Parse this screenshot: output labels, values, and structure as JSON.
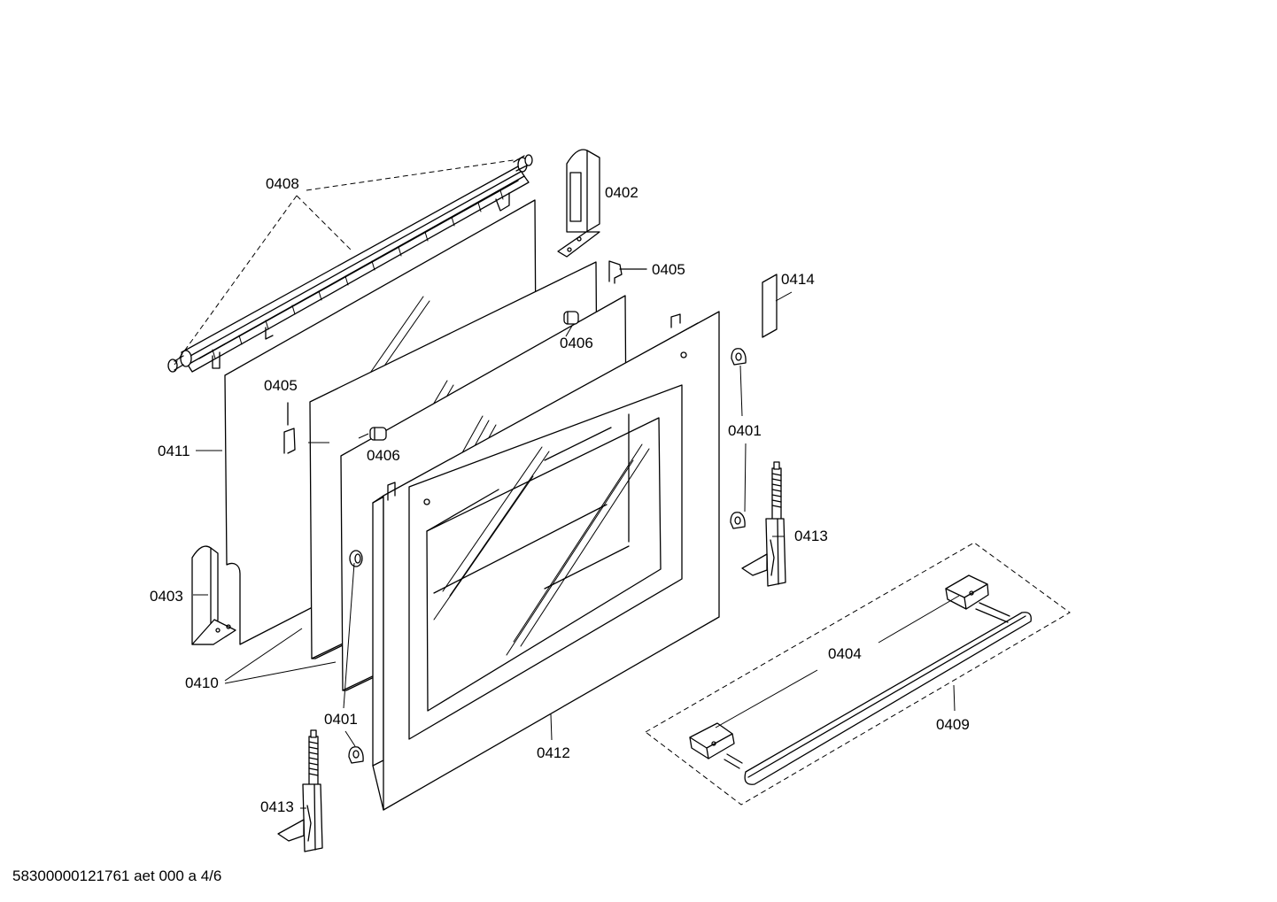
{
  "labels": {
    "p0401": "0401",
    "p0402": "0402",
    "p0403": "0403",
    "p0404": "0404",
    "p0405": "0405",
    "p0406": "0406",
    "p0408": "0408",
    "p0409": "0409",
    "p0410": "0410",
    "p0411": "0411",
    "p0412": "0412",
    "p0413": "0413",
    "p0414": "0414"
  },
  "footer": {
    "drawing_id": "58300000121761 aet 000 a 4/6"
  }
}
